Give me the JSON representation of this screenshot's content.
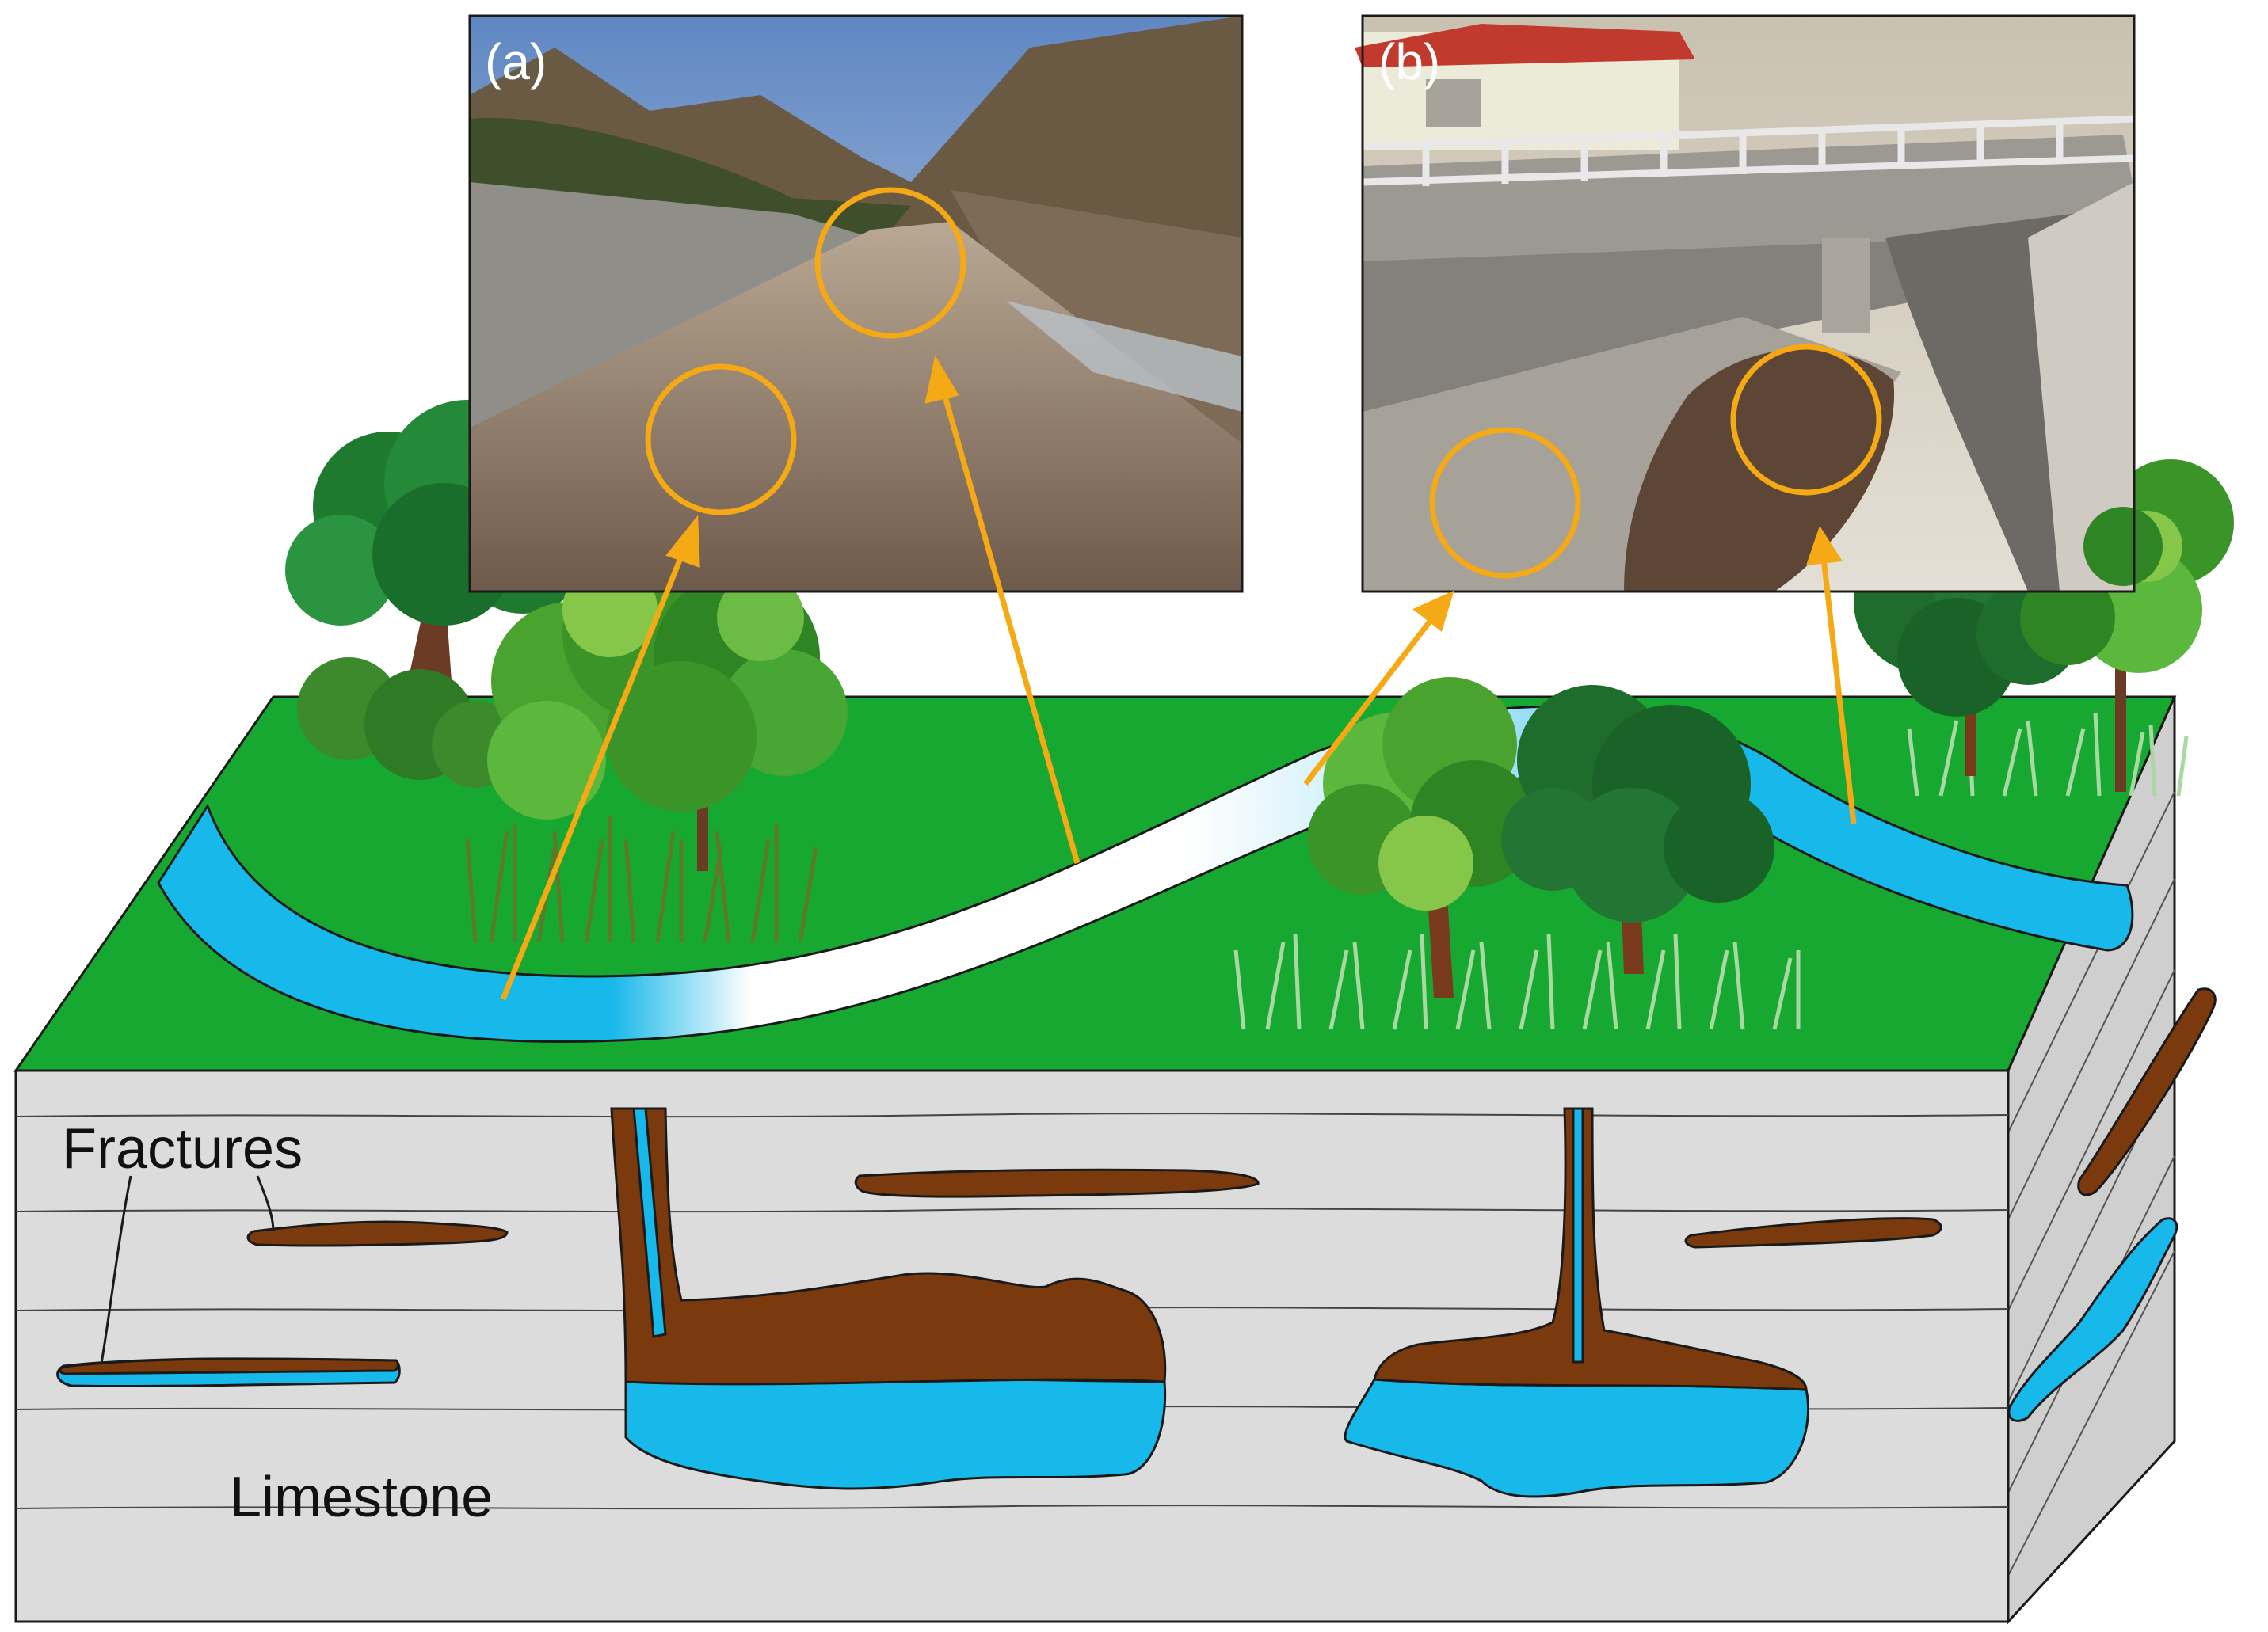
{
  "labels": {
    "fractures": "Fractures",
    "limestone": "Limestone",
    "photo_a": "(a)",
    "photo_b": "(b)"
  },
  "colors": {
    "grass": "#17a831",
    "limestone_front": "#dcdcdc",
    "limestone_side": "#cfcfcf",
    "water": "#17b8ea",
    "sediment": "#7a3a0d",
    "marker": "#f5a914",
    "outline": "#1a1a1a"
  },
  "icons": {
    "photo_a": "dry-riverbed-photo",
    "photo_b": "bridge-over-stream-photo",
    "trees": "tree-icon",
    "grass": "grass-tuft-icon"
  }
}
